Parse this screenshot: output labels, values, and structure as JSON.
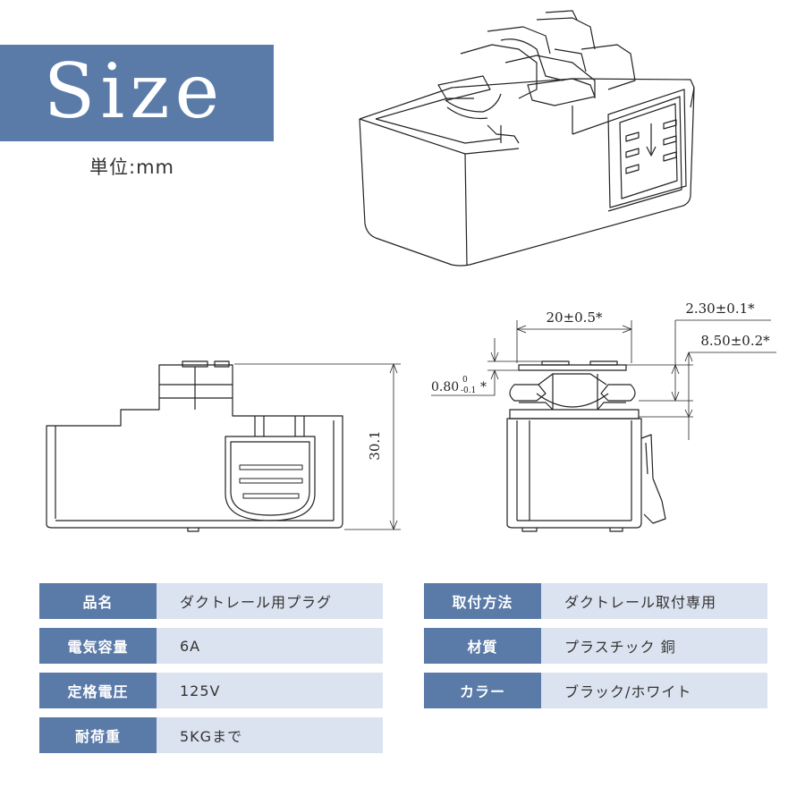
{
  "header": {
    "title": "Size",
    "unit": "単位:mm"
  },
  "dimensions": {
    "height": "30.1",
    "width": "20±0.5*",
    "thickness_top": "2.30±0.1*",
    "thickness_mid": "8.50±0.2*",
    "tolerance_base": "0.80",
    "tolerance_upper": "0",
    "tolerance_lower": "-0.1",
    "tolerance_mark": "*"
  },
  "specs_left": [
    {
      "label": "品名",
      "value": "ダクトレール用プラグ"
    },
    {
      "label": "電気容量",
      "value": "6A"
    },
    {
      "label": "定格電圧",
      "value": "125V"
    },
    {
      "label": "耐荷重",
      "value": "5KGまで"
    }
  ],
  "specs_right": [
    {
      "label": "取付方法",
      "value": "ダクトレール取付専用"
    },
    {
      "label": "材質",
      "value": "プラスチック 銅"
    },
    {
      "label": "カラー",
      "value": "ブラック/ホワイト"
    }
  ],
  "colors": {
    "accent": "#5a7aa8",
    "value_bg": "#dbe3f0",
    "line": "#222222"
  }
}
